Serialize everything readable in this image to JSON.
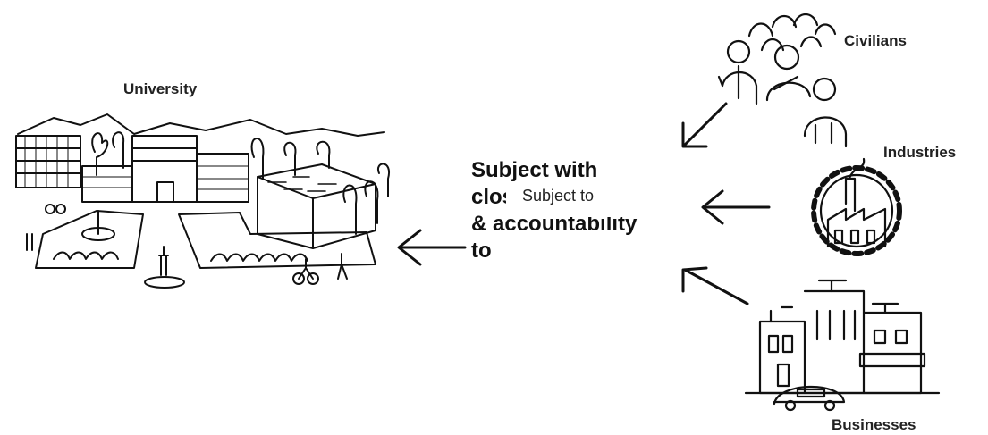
{
  "labels": {
    "university": "University",
    "civilians": "Civilians",
    "industries": "Industries",
    "businesses": "Businesses"
  },
  "center": {
    "line1": "Subject with",
    "line2": "close",
    "line3": "& accountability",
    "line4": "to",
    "overlay": "Subject to"
  }
}
